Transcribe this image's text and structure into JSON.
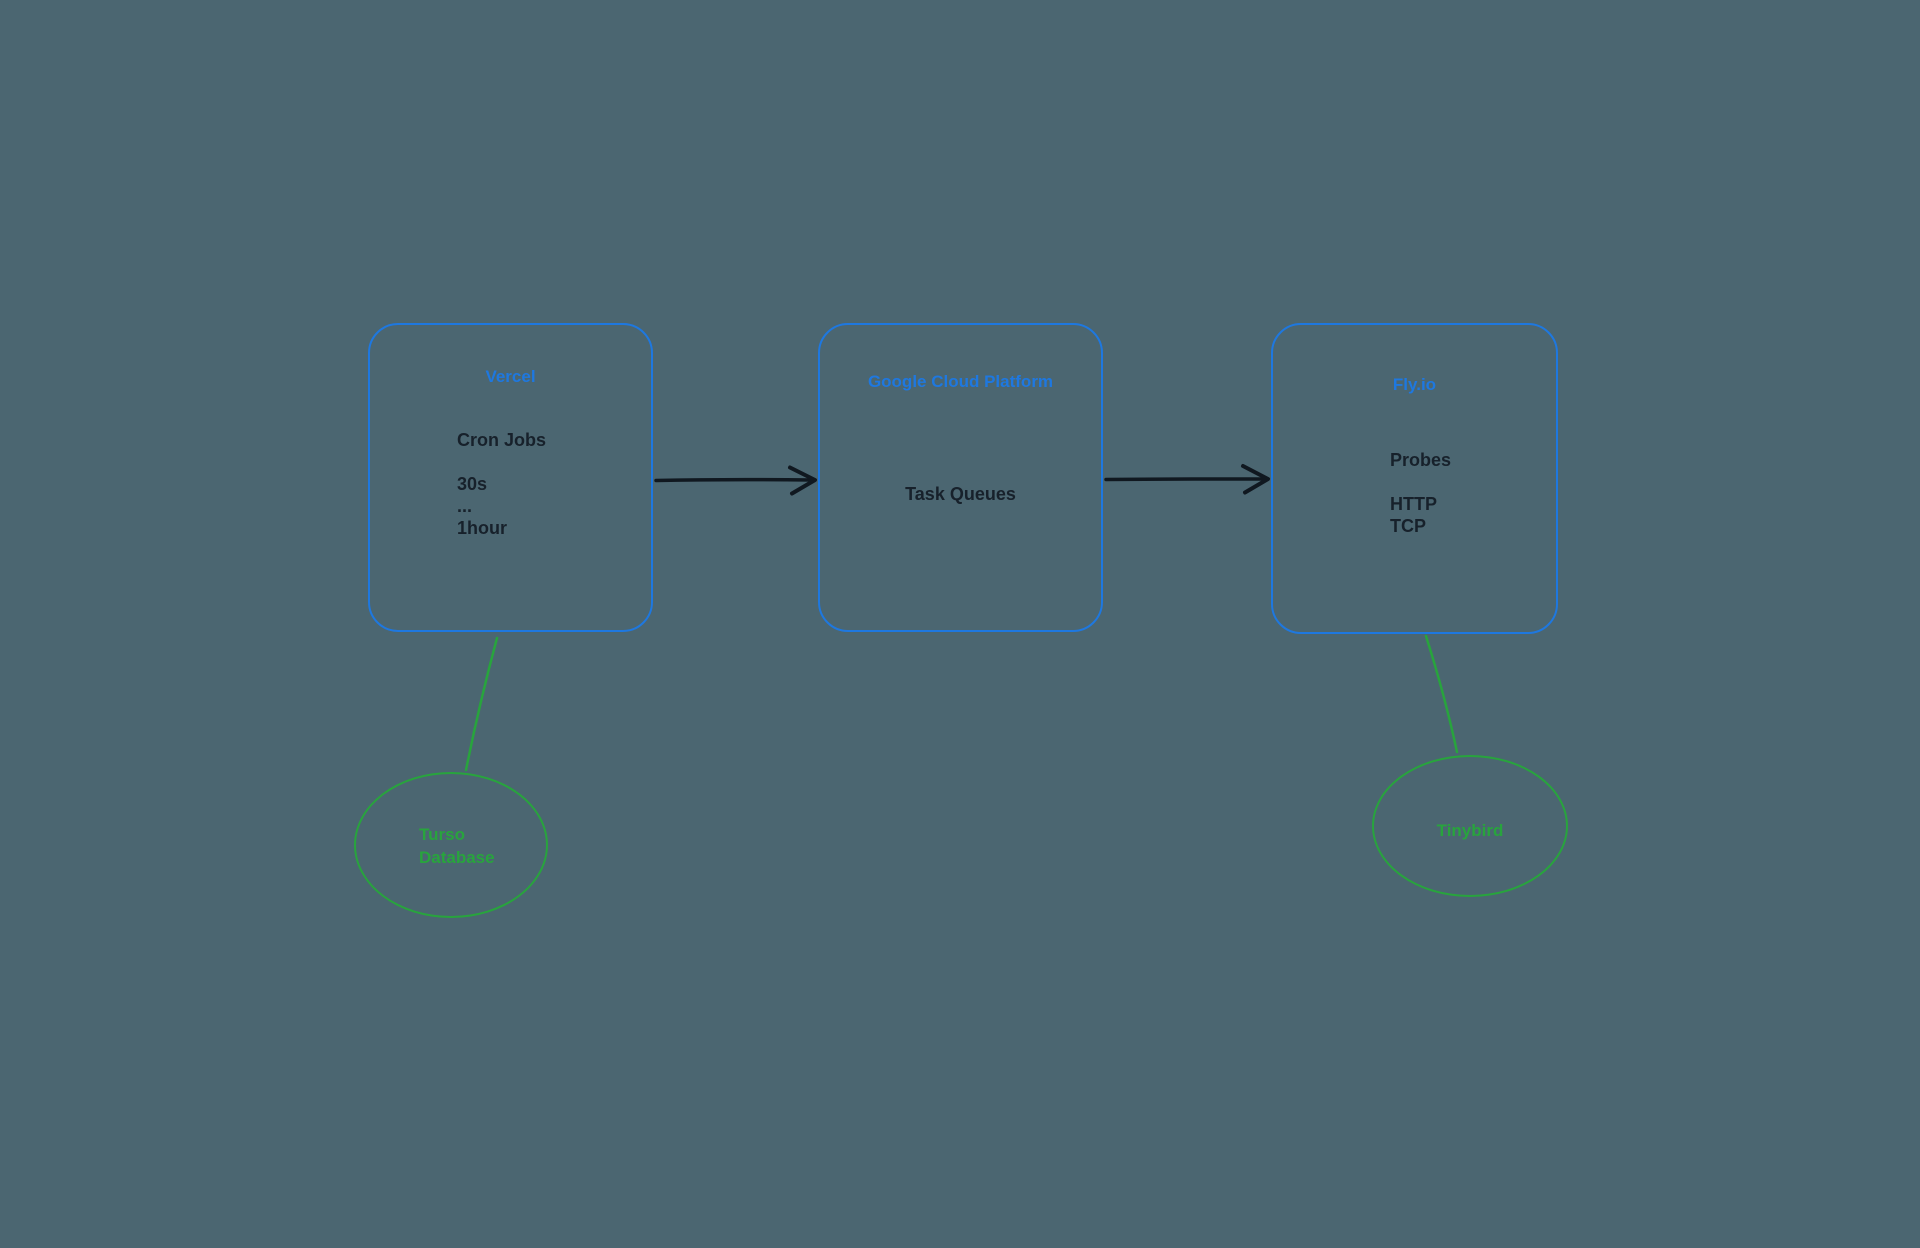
{
  "colors": {
    "canvas_bg": "#4b6671",
    "node_border": "#1e78e0",
    "node_title": "#1e78e0",
    "body_text": "#17212b",
    "entity": "#28a43d",
    "arrow": "#101820"
  },
  "nodes": {
    "vercel": {
      "title": "Vercel",
      "line1": "Cron Jobs",
      "line2": "30s",
      "line3": "...",
      "line4": "1hour"
    },
    "gcp": {
      "title": "Google Cloud Platform",
      "line1": "Task Queues"
    },
    "flyio": {
      "title": "Fly.io",
      "line1": "Probes",
      "line2": "HTTP",
      "line3": "TCP"
    }
  },
  "entities": {
    "turso": {
      "line1": "Turso",
      "line2": "Database"
    },
    "tinybird": {
      "label": "Tinybird"
    }
  },
  "edges": [
    {
      "from": "Vercel",
      "to": "Google Cloud Platform",
      "type": "arrow"
    },
    {
      "from": "Google Cloud Platform",
      "to": "Fly.io",
      "type": "arrow"
    },
    {
      "from": "Vercel",
      "to": "Turso Database",
      "type": "line"
    },
    {
      "from": "Fly.io",
      "to": "Tinybird",
      "type": "line"
    }
  ]
}
